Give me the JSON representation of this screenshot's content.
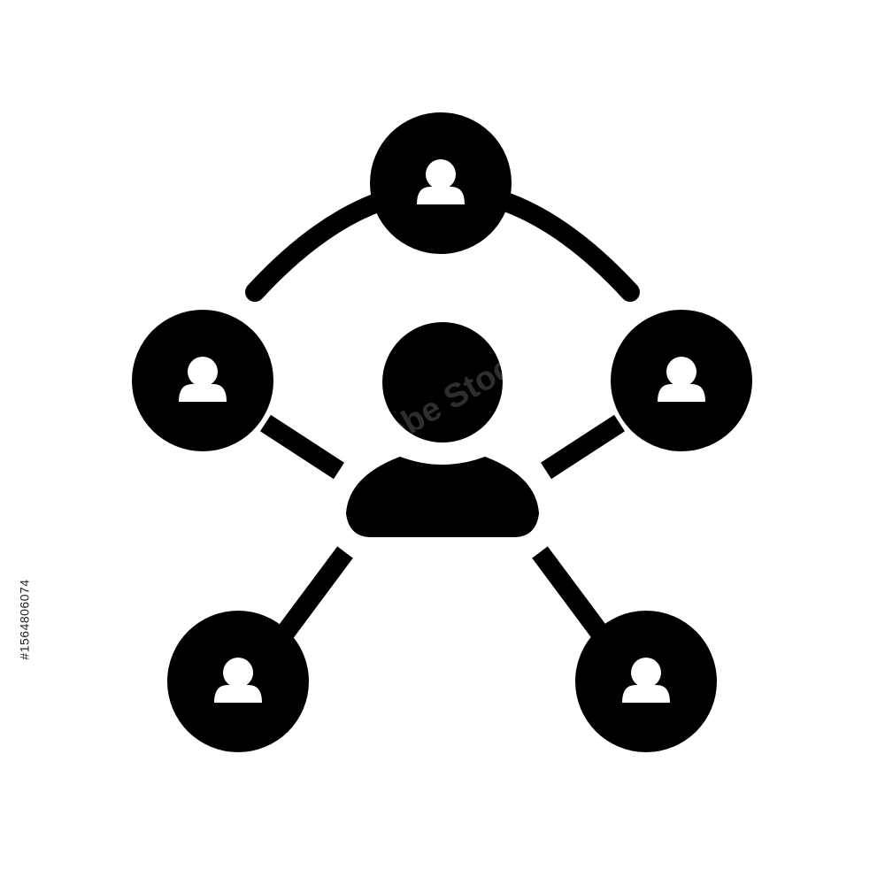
{
  "figure": {
    "ink_color": "#000000",
    "background_color": "#ffffff",
    "center": {
      "icon": "person-icon"
    },
    "nodes": [
      {
        "name": "top",
        "icon": "user-icon"
      },
      {
        "name": "left",
        "icon": "user-icon"
      },
      {
        "name": "right",
        "icon": "user-icon"
      },
      {
        "name": "bottom-left",
        "icon": "user-icon"
      },
      {
        "name": "bottom-right",
        "icon": "user-icon"
      }
    ]
  },
  "watermark": {
    "text": "Adobe Stock",
    "stock_id": "#1564806074",
    "color": "#e6e6e6"
  }
}
